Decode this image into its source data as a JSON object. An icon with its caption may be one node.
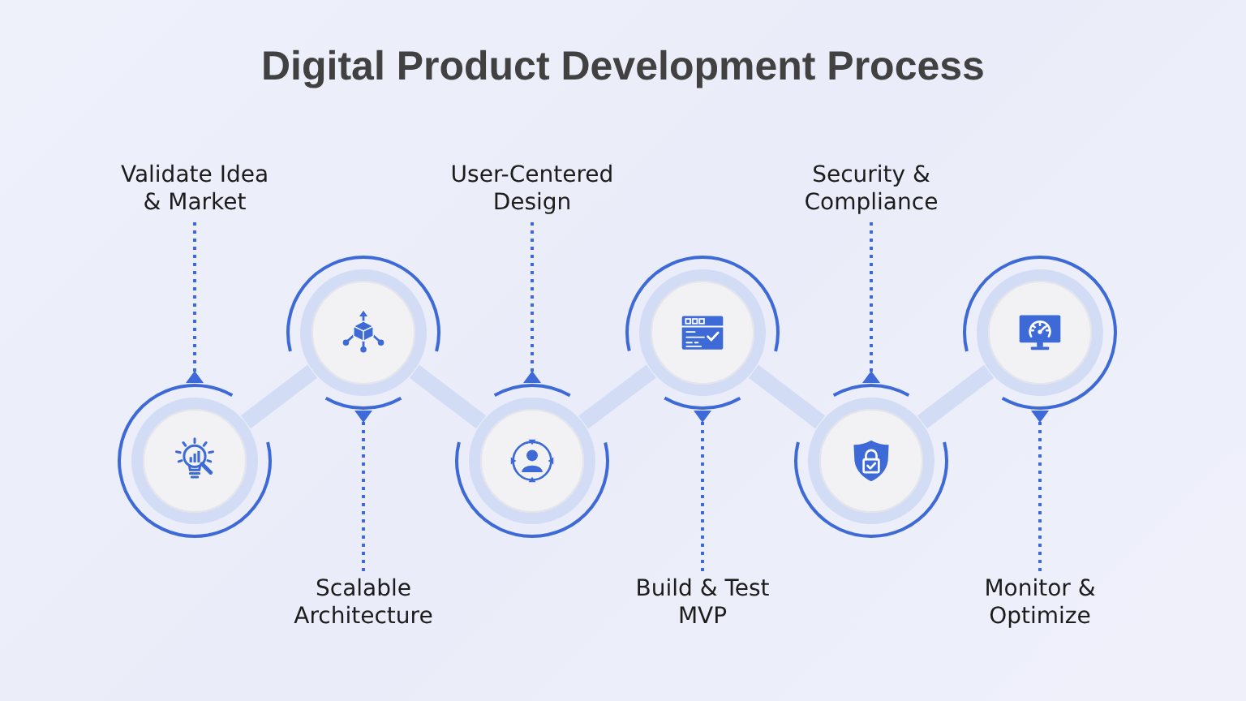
{
  "diagram": {
    "title": "Digital Product Development Process",
    "nodes": [
      {
        "text": [
          "Validate Idea & Market"
        ]
      },
      {
        "text": [],
        "shape": "circle"
      },
      {
        "text": [],
        "shape": "circle"
      },
      {
        "text": [
          "Scalable Architecture"
        ]
      },
      {
        "text": [
          "User-Centered Design"
        ]
      },
      {
        "text": [],
        "shape": "circle"
      },
      {
        "text": [],
        "shape": "circle"
      },
      {
        "text": [
          "Build & Test MVP"
        ]
      },
      {
        "text": [
          "Security & Compliance"
        ]
      },
      {
        "text": [],
        "shape": "circle"
      },
      {
        "text": [],
        "shape": "circle"
      },
      {
        "text": [
          "Monitor & Optimize"
        ]
      }
    ],
    "edges": [
      {
        "from": 1,
        "to": 2,
        "arrow": "none",
        "style": "thick",
        "color": "#d3dcf5"
      },
      {
        "from": 2,
        "to": 5,
        "arrow": "none",
        "style": "thick",
        "color": "#d3dcf5"
      },
      {
        "from": 5,
        "to": 6,
        "arrow": "none",
        "style": "thick",
        "color": "#d3dcf5"
      },
      {
        "from": 6,
        "to": 9,
        "arrow": "none",
        "style": "thick",
        "color": "#d3dcf5"
      },
      {
        "from": 9,
        "to": 10,
        "arrow": "none",
        "style": "thick",
        "color": "#d3dcf5"
      },
      {
        "from": 0,
        "to": 1,
        "arrow": "other",
        "style": "dashed"
      },
      {
        "from": 3,
        "to": 2,
        "arrow": "other",
        "style": "dashed"
      },
      {
        "from": 4,
        "to": 5,
        "arrow": "other",
        "style": "dashed"
      },
      {
        "from": 7,
        "to": 6,
        "arrow": "other",
        "style": "dashed"
      },
      {
        "from": 8,
        "to": 9,
        "arrow": "other",
        "style": "dashed"
      },
      {
        "from": 11,
        "to": 10,
        "arrow": "other",
        "style": "dashed"
      }
    ]
  }
}
